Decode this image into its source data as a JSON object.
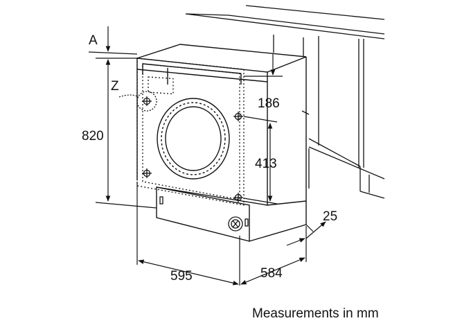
{
  "labels": {
    "a": "A",
    "z": "Z",
    "height": "820",
    "top_offset": "186",
    "hole_spacing": "413",
    "depth_offset": "25",
    "width": "595",
    "depth": "584"
  },
  "caption": "Measurements in mm",
  "colors": {
    "line": "#111111",
    "background": "#ffffff"
  }
}
